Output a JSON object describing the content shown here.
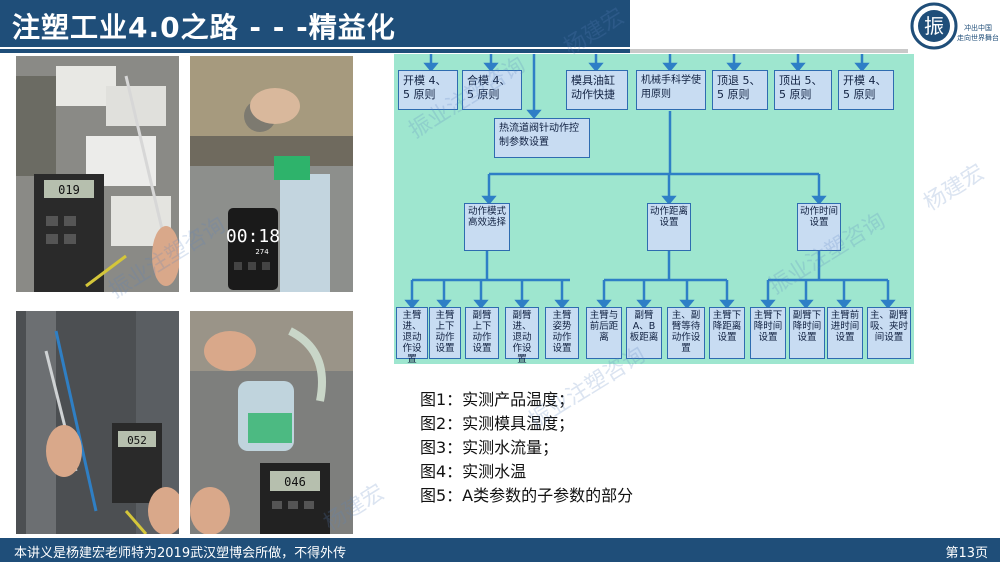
{
  "header": {
    "title": "注塑工业4.0之路 - - -精益化"
  },
  "logo": {
    "glyph": "振",
    "caption_1": "冲出中国",
    "caption_2": "走向世界舞台"
  },
  "watermarks": {
    "company": "振业注塑咨询",
    "author": "杨建宏"
  },
  "photos": {
    "p1_reading": "019",
    "p2_timer": "00:18",
    "p2_timer_sub": "274",
    "p3_reading": "052",
    "p4_reading": "046"
  },
  "diagram": {
    "top_row": [
      "开模 4、5 原则",
      "合模 4、5 原则",
      "模具油缸动作快捷",
      "机械手科学使用原则",
      "顶退 5、5 原则",
      "顶出 5、5 原则",
      "开模 4、5 原则"
    ],
    "hot_runner": "热流道阀针动作控制参数设置",
    "mid_row": [
      "动作模式高效选择",
      "动作距离设置",
      "动作时间设置"
    ],
    "bottom_row": [
      "主臂进、退动作设置",
      "主臂上下动作设置",
      "副臂上下动作设置",
      "副臂进、退动作设置",
      "主臂姿势动作设置",
      "主臂与前后距离",
      "副臂A、B板距离",
      "主、副臂等待动作设置",
      "主臂下降距离设置",
      "主臂下降时间设置",
      "副臂下降时间设置",
      "主臂前进时间设置",
      "主、副臂吸、夹时间设置"
    ]
  },
  "captions": [
    "图1：实测产品温度；",
    "图2：实测模具温度；",
    "图3：实测水流量；",
    "图4：实测水温",
    "图5：A类参数的子参数的部分"
  ],
  "footer": {
    "left": "本讲义是杨建宏老师特为2019武汉塑博会所做，不得外传",
    "right": "第13页"
  },
  "colors": {
    "header": "#1f4e79",
    "chart_bg": "#9ee6cf",
    "box": "#c8dcf2",
    "line": "#2e7fc6"
  }
}
